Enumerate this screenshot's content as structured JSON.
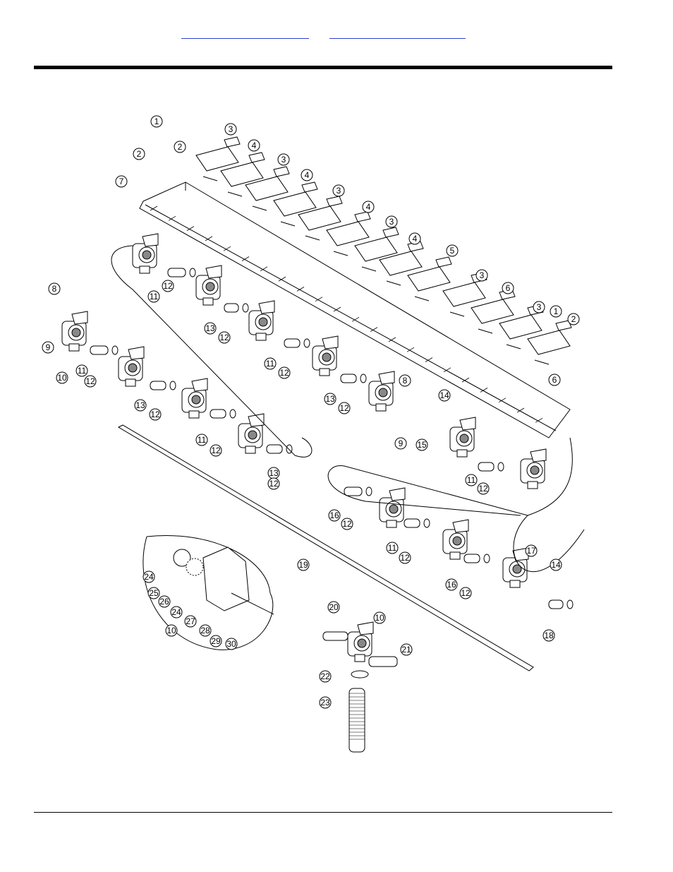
{
  "header": {
    "links": [
      "",
      ""
    ]
  },
  "diagram": {
    "callouts": [
      {
        "n": "1"
      },
      {
        "n": "2"
      },
      {
        "n": "2"
      },
      {
        "n": "3"
      },
      {
        "n": "4"
      },
      {
        "n": "3"
      },
      {
        "n": "4"
      },
      {
        "n": "3"
      },
      {
        "n": "4"
      },
      {
        "n": "3"
      },
      {
        "n": "4"
      },
      {
        "n": "5"
      },
      {
        "n": "3"
      },
      {
        "n": "6"
      },
      {
        "n": "3"
      },
      {
        "n": "1"
      },
      {
        "n": "2"
      },
      {
        "n": "6"
      },
      {
        "n": "7"
      },
      {
        "n": "8"
      },
      {
        "n": "9"
      },
      {
        "n": "10"
      },
      {
        "n": "11"
      },
      {
        "n": "12"
      },
      {
        "n": "11"
      },
      {
        "n": "12"
      },
      {
        "n": "13"
      },
      {
        "n": "12"
      },
      {
        "n": "11"
      },
      {
        "n": "12"
      },
      {
        "n": "13"
      },
      {
        "n": "12"
      },
      {
        "n": "13"
      },
      {
        "n": "12"
      },
      {
        "n": "11"
      },
      {
        "n": "12"
      },
      {
        "n": "13"
      },
      {
        "n": "12"
      },
      {
        "n": "8"
      },
      {
        "n": "9"
      },
      {
        "n": "14"
      },
      {
        "n": "15"
      },
      {
        "n": "11"
      },
      {
        "n": "12"
      },
      {
        "n": "16"
      },
      {
        "n": "12"
      },
      {
        "n": "11"
      },
      {
        "n": "12"
      },
      {
        "n": "16"
      },
      {
        "n": "12"
      },
      {
        "n": "17"
      },
      {
        "n": "14"
      },
      {
        "n": "18"
      },
      {
        "n": "19"
      },
      {
        "n": "24"
      },
      {
        "n": "25"
      },
      {
        "n": "26"
      },
      {
        "n": "24"
      },
      {
        "n": "10"
      },
      {
        "n": "27"
      },
      {
        "n": "28"
      },
      {
        "n": "29"
      },
      {
        "n": "30"
      },
      {
        "n": "20"
      },
      {
        "n": "10"
      },
      {
        "n": "21"
      },
      {
        "n": "22"
      },
      {
        "n": "23"
      }
    ]
  }
}
